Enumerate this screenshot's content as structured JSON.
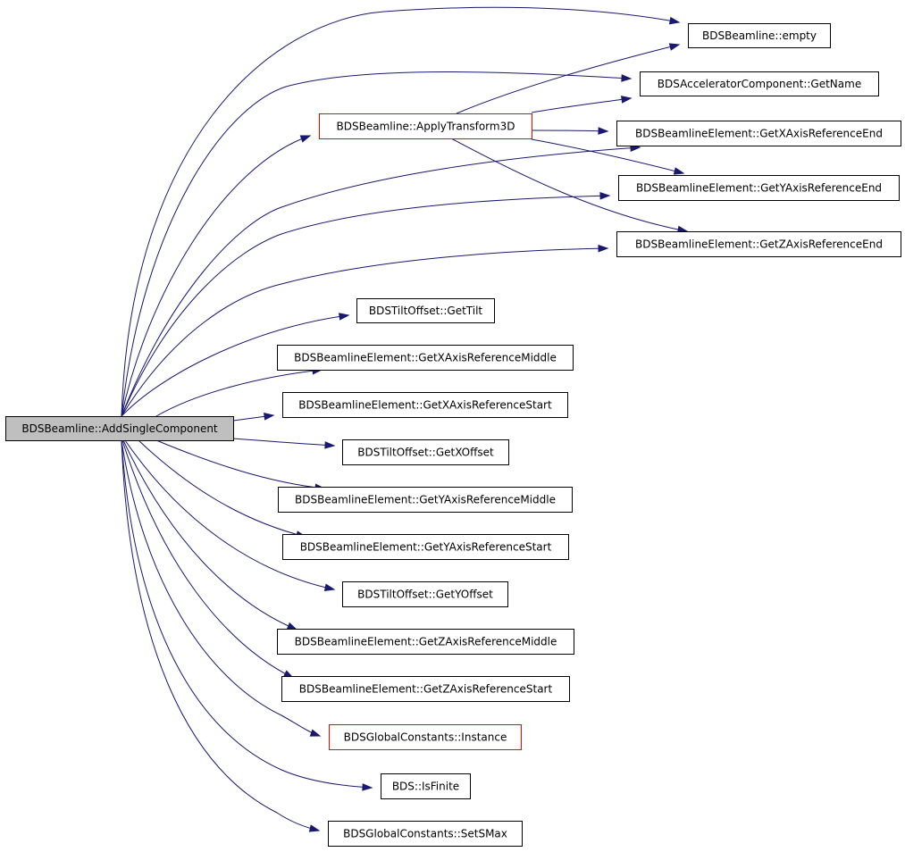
{
  "graph": {
    "edge_color": "#191970",
    "link_box_color": "#ff0000",
    "focus_fill": "#bfbfbf",
    "nodes": [
      {
        "id": "add",
        "label": "BDSBeamline::AddSingleComponent",
        "style": "focus"
      },
      {
        "id": "empty",
        "label": "BDSBeamline::empty",
        "style": "normal"
      },
      {
        "id": "getname",
        "label": "BDSAcceleratorComponent::GetName",
        "style": "normal"
      },
      {
        "id": "apply",
        "label": "BDSBeamline::ApplyTransform3D",
        "style": "red"
      },
      {
        "id": "xend",
        "label": "BDSBeamlineElement::GetXAxisReferenceEnd",
        "style": "normal"
      },
      {
        "id": "yend",
        "label": "BDSBeamlineElement::GetYAxisReferenceEnd",
        "style": "normal"
      },
      {
        "id": "zend",
        "label": "BDSBeamlineElement::GetZAxisReferenceEnd",
        "style": "normal"
      },
      {
        "id": "tilt",
        "label": "BDSTiltOffset::GetTilt",
        "style": "normal"
      },
      {
        "id": "xmid",
        "label": "BDSBeamlineElement::GetXAxisReferenceMiddle",
        "style": "normal"
      },
      {
        "id": "xstart",
        "label": "BDSBeamlineElement::GetXAxisReferenceStart",
        "style": "normal"
      },
      {
        "id": "xoff",
        "label": "BDSTiltOffset::GetXOffset",
        "style": "normal"
      },
      {
        "id": "ymid",
        "label": "BDSBeamlineElement::GetYAxisReferenceMiddle",
        "style": "normal"
      },
      {
        "id": "ystart",
        "label": "BDSBeamlineElement::GetYAxisReferenceStart",
        "style": "normal"
      },
      {
        "id": "yoff",
        "label": "BDSTiltOffset::GetYOffset",
        "style": "normal"
      },
      {
        "id": "zmid",
        "label": "BDSBeamlineElement::GetZAxisReferenceMiddle",
        "style": "normal"
      },
      {
        "id": "zstart",
        "label": "BDSBeamlineElement::GetZAxisReferenceStart",
        "style": "normal"
      },
      {
        "id": "instance",
        "label": "BDSGlobalConstants::Instance",
        "style": "red"
      },
      {
        "id": "isfinite",
        "label": "BDS::IsFinite",
        "style": "normal"
      },
      {
        "id": "setsmax",
        "label": "BDSGlobalConstants::SetSMax",
        "style": "normal"
      }
    ],
    "edges": [
      {
        "from": "add",
        "to": "empty"
      },
      {
        "from": "add",
        "to": "getname"
      },
      {
        "from": "add",
        "to": "apply"
      },
      {
        "from": "add",
        "to": "xend"
      },
      {
        "from": "add",
        "to": "yend"
      },
      {
        "from": "add",
        "to": "zend"
      },
      {
        "from": "add",
        "to": "tilt"
      },
      {
        "from": "add",
        "to": "xmid"
      },
      {
        "from": "add",
        "to": "xstart"
      },
      {
        "from": "add",
        "to": "xoff"
      },
      {
        "from": "add",
        "to": "ymid"
      },
      {
        "from": "add",
        "to": "ystart"
      },
      {
        "from": "add",
        "to": "yoff"
      },
      {
        "from": "add",
        "to": "zmid"
      },
      {
        "from": "add",
        "to": "zstart"
      },
      {
        "from": "add",
        "to": "instance"
      },
      {
        "from": "add",
        "to": "isfinite"
      },
      {
        "from": "add",
        "to": "setsmax"
      },
      {
        "from": "apply",
        "to": "empty"
      },
      {
        "from": "apply",
        "to": "getname"
      },
      {
        "from": "apply",
        "to": "xend"
      },
      {
        "from": "apply",
        "to": "yend"
      },
      {
        "from": "apply",
        "to": "zend"
      }
    ]
  }
}
